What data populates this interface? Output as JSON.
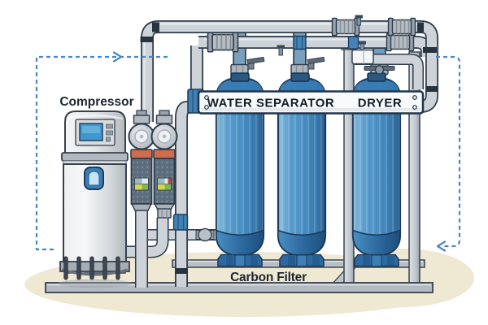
{
  "diagram": {
    "labels": {
      "compressor": "Compressor",
      "water_separator": "WATER SEPARATOR",
      "dryer": "DRYER",
      "carbon_filter": "Carbon Filter"
    },
    "colors": {
      "tank_blue": "#4a90c4",
      "tank_blue_dark": "#2d6ba1",
      "pipe_gray": "#cdd3d8",
      "pipe_outline": "#2e3c4b",
      "flow_dash_blue": "#4b87c6",
      "floor_beige": "#efe8d3",
      "filter_band_orange": "#cf6c4d",
      "filter_body_gray": "#5e7080",
      "compressor_screen_blue": "#3f97cf",
      "banner_white": "#f8fafb"
    }
  }
}
